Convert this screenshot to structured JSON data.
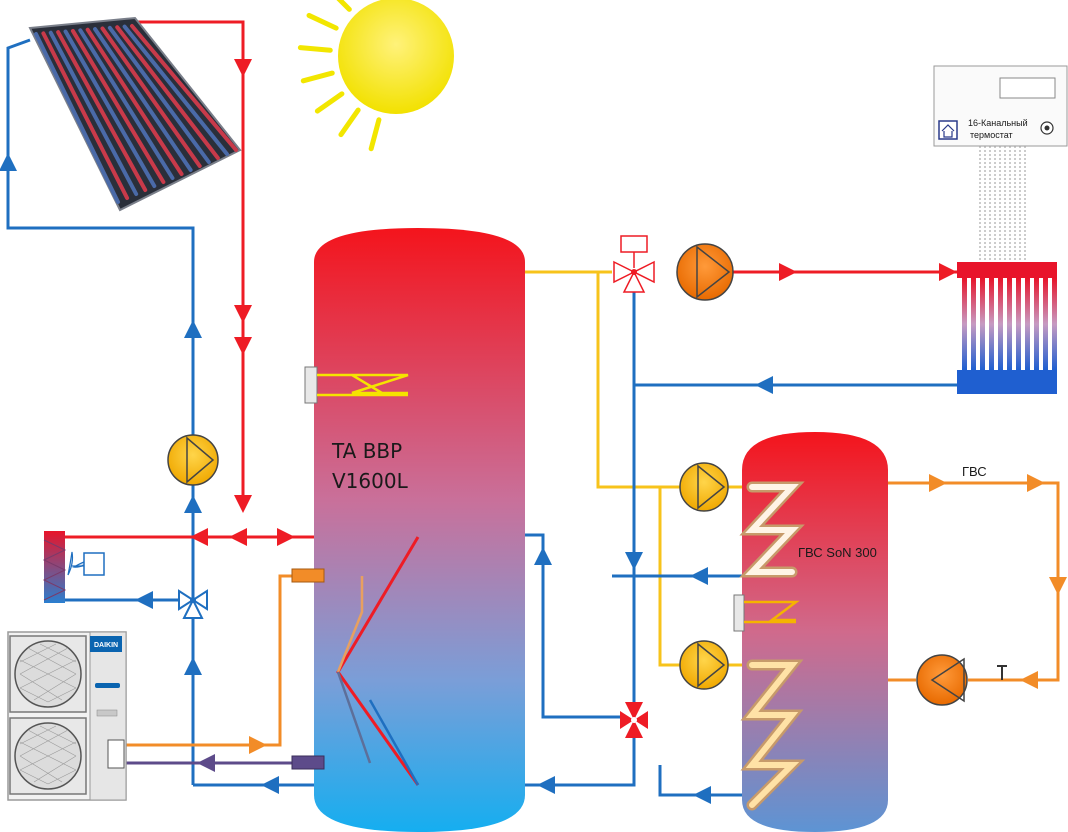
{
  "labels": {
    "main_tank_line1": "TA BBP",
    "main_tank_line2": "V1600L",
    "dhw_tank": "ГВС SoN 300",
    "dhw_output": "ГВС",
    "thermostat_line1": "16-Канальный",
    "thermostat_line2": "термостат",
    "heatpump_brand": "DAIKIN"
  },
  "colors": {
    "hot": "#ee1c25",
    "cold": "#1f6fc0",
    "yellow": "#f7c31b",
    "orange": "#f28c28",
    "purple": "#5d4b8a",
    "pump_yellow": "#f5b400",
    "pump_orange": "#f07b0a"
  },
  "icons": {
    "sun": "sun-icon",
    "solar_collector": "solar-collector-icon",
    "pump": "pump-icon",
    "three_way_valve": "three-way-valve-icon",
    "heat_pump": "heat-pump-outdoor-unit-icon",
    "radiator": "underfloor-manifold-icon",
    "fan_coil": "fan-coil-icon",
    "thermostat": "thermostat-icon",
    "tap": "tap-icon"
  }
}
